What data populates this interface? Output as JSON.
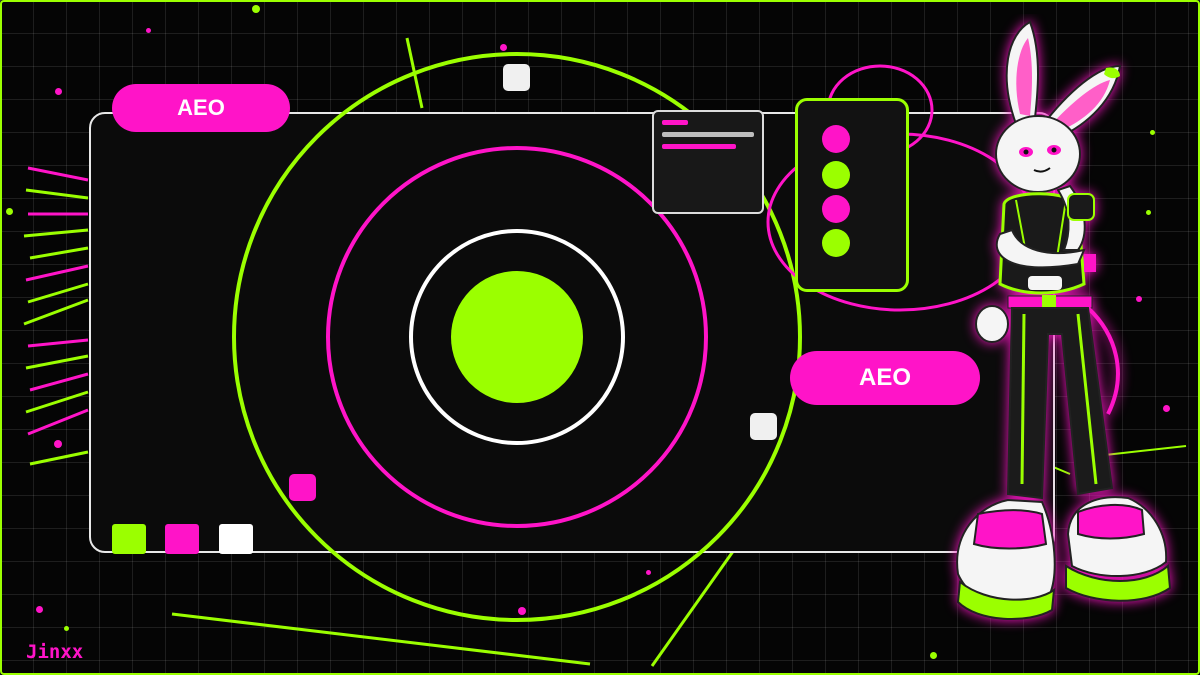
{
  "badges": {
    "top_left": "AEO",
    "center_right": "AEO"
  },
  "brand": {
    "signature": "Jinxx"
  },
  "colors": {
    "accent_green": "#9bff00",
    "accent_magenta": "#ff14c8",
    "panel_bg": "#0b0b0b",
    "grid_bg": "#050505",
    "white": "#ffffff"
  },
  "icons": {
    "target": "concentric-target-icon",
    "card": "text-card-icon",
    "phone": "phone-icon",
    "mascot": "bunny-mascot-icon"
  }
}
